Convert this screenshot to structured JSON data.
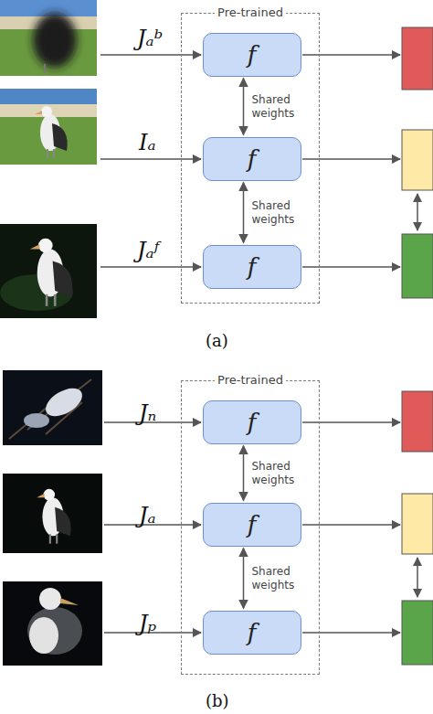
{
  "diagram": {
    "nodes": [
      {
        "text": [
          "Pre-trained"
        ]
      },
      {
        "text": [
          "f"
        ],
        "in": 0
      },
      {
        "text": [
          "f"
        ],
        "in": 0
      },
      {
        "text": [
          "f"
        ],
        "in": 0
      },
      {
        "text": [
          "Pre-trained"
        ]
      },
      {
        "text": [
          "f"
        ],
        "in": 4
      },
      {
        "text": [
          "f"
        ],
        "in": 4
      },
      {
        "text": [
          "f"
        ],
        "in": 4
      }
    ],
    "edges": [
      {
        "from": 1,
        "to": 2,
        "label": "Shared weights",
        "arrow": "both"
      },
      {
        "from": 2,
        "to": 3,
        "label": "Shared weights",
        "arrow": "both"
      },
      {
        "from": 5,
        "to": 6,
        "label": "Shared weights",
        "arrow": "both"
      },
      {
        "from": 6,
        "to": 7,
        "label": "Shared weights",
        "arrow": "both"
      }
    ],
    "labels": [
      "Jₐᵇ",
      "Iₐ",
      "Jₐᶠ",
      "(a)",
      "Jₙ",
      "Jₐ",
      "Jₚ",
      "(b)"
    ]
  }
}
